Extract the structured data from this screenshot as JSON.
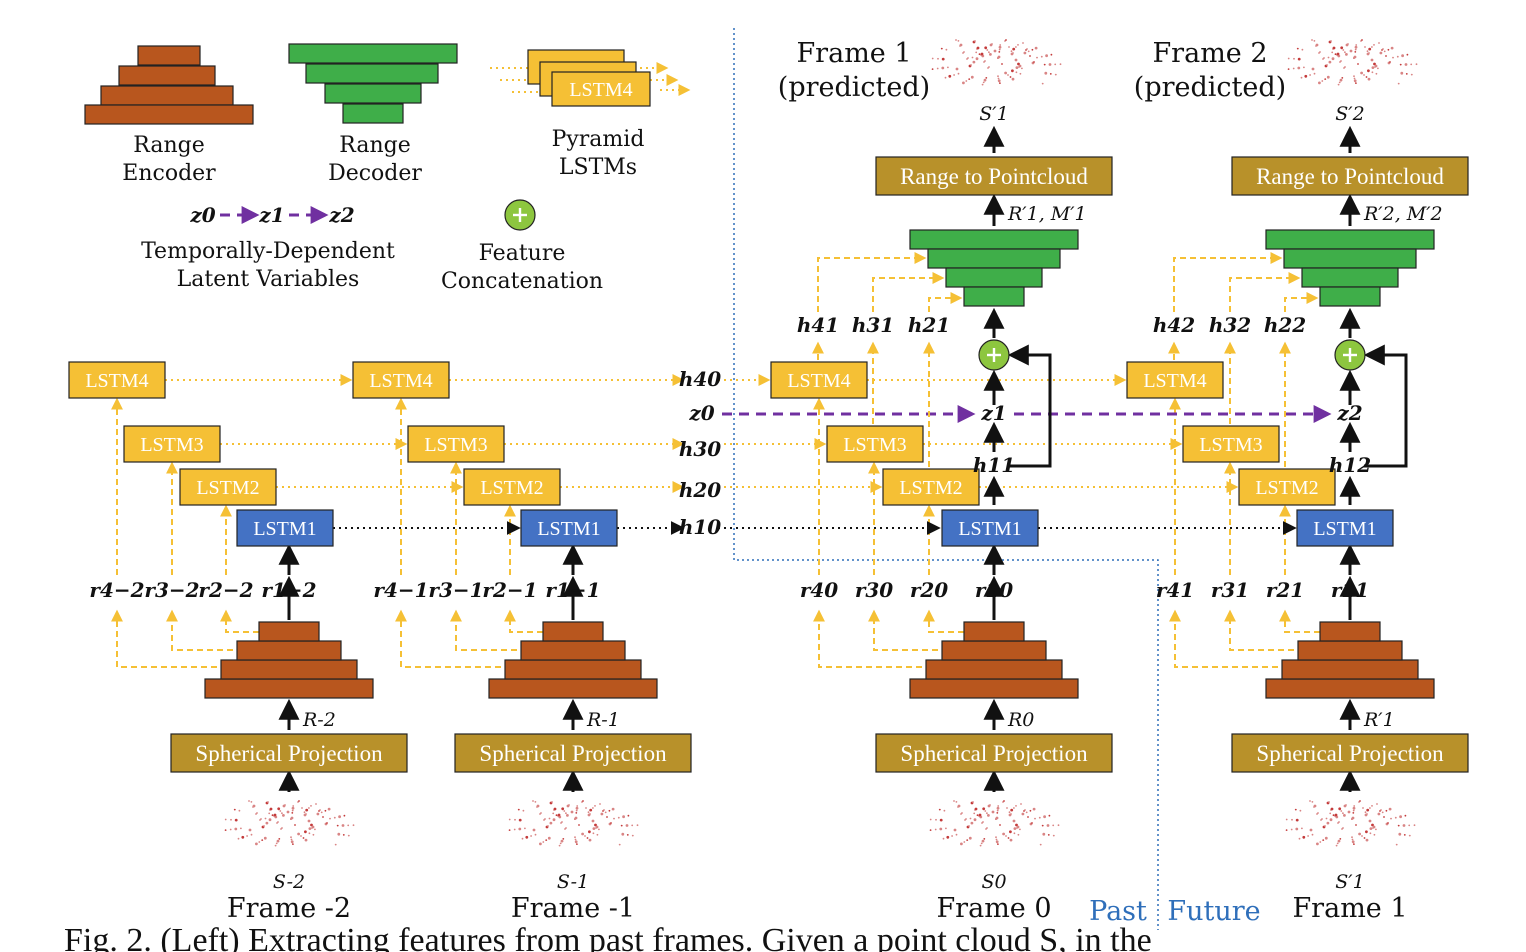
{
  "legend": {
    "range_encoder": "Range\nEncoder",
    "range_decoder": "Range\nDecoder",
    "pyramid_lstms": "Pyramid\nLSTMs",
    "pyramid_lstm_box": "LSTM4",
    "latent_z0": "z0",
    "latent_z1": "z1",
    "latent_z2": "z2",
    "latent_vars": "Temporally-Dependent\nLatent Variables",
    "feature_concat": "Feature\nConcatenation"
  },
  "boxes": {
    "lstm1": "LSTM1",
    "lstm2": "LSTM2",
    "lstm3": "LSTM3",
    "lstm4": "LSTM4",
    "spherical_projection": "Spherical Projection",
    "range_to_pointcloud": "Range to Pointcloud"
  },
  "frames": [
    {
      "label": "Frame -2",
      "cloud": "S-2",
      "range": "R-2",
      "r1": "r1−2",
      "r2": "r2−2",
      "r3": "r3−2",
      "r4": "r4−2"
    },
    {
      "label": "Frame -1",
      "cloud": "S-1",
      "range": "R-1",
      "r1": "r1−1",
      "r2": "r2−1",
      "r3": "r3−1",
      "r4": "r4−1"
    },
    {
      "label": "Frame 0",
      "cloud": "S0",
      "range": "R0",
      "r1": "r10",
      "r2": "r20",
      "r3": "r30",
      "r4": "r40"
    },
    {
      "label": "Frame 1",
      "cloud": "S′1",
      "range": "R′1",
      "r1": "r11",
      "r2": "r21",
      "r3": "r31",
      "r4": "r41"
    }
  ],
  "hidden_h0": [
    "h40",
    "h30",
    "h20",
    "h10"
  ],
  "z0": "z0",
  "predicted": [
    {
      "label": "Frame 1\n(predicted)",
      "cloud": "S′1",
      "rm": "R′1, M′1",
      "z": "z1",
      "h1": "h11",
      "h2": "h21",
      "h3": "h31",
      "h4": "h41"
    },
    {
      "label": "Frame 2\n(predicted)",
      "cloud": "S′2",
      "rm": "R′2, M′2",
      "z": "z2",
      "h1": "h12",
      "h2": "h22",
      "h3": "h32",
      "h4": "h42"
    }
  ],
  "past_label": "Past",
  "future_label": "Future",
  "caption": "Fig. 2. (Left) Extracting features from past frames. Given a point cloud S, in the",
  "colors": {
    "encoder": "#b8561e",
    "decoder": "#3fae49",
    "lstm_yellow": "#f5c035",
    "lstm_blue": "#4472c4",
    "gold_box": "#b8912a",
    "latent_purple": "#7030a0",
    "dash_yellow": "#f5c035",
    "past_future_blue": "#2f6fba",
    "concat_green": "#8dc63f"
  }
}
